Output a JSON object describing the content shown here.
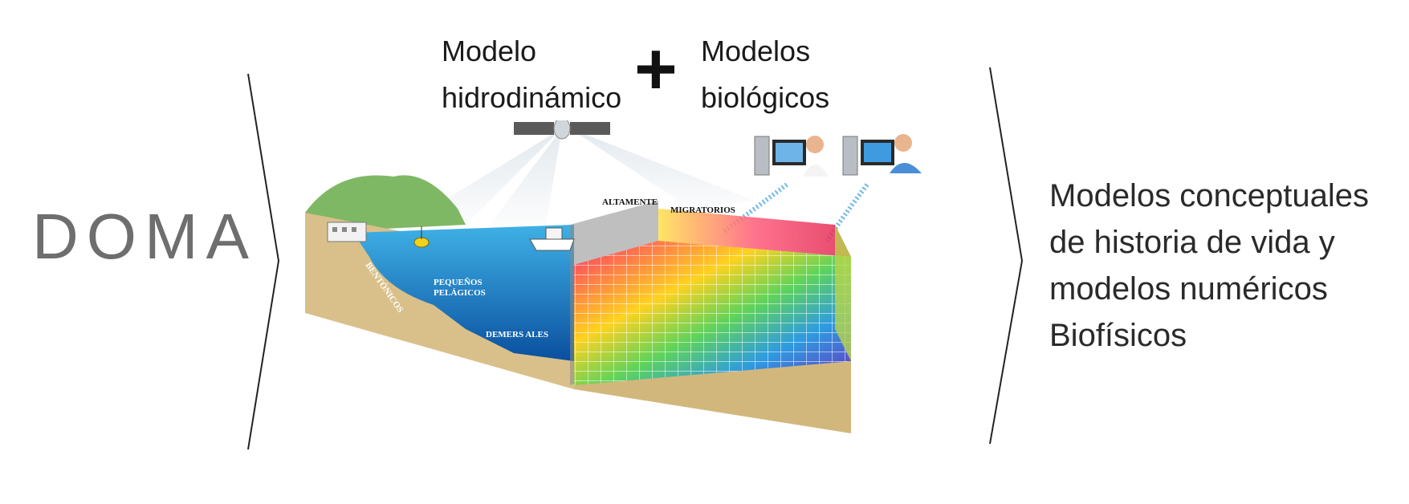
{
  "left_title": "DOMA",
  "header": {
    "hydro_line1": "Modelo",
    "hydro_line2": "hidrodinámico",
    "plus": "+",
    "bio_line1": "Modelos",
    "bio_line2": "biológicos"
  },
  "outcome": [
    "Modelos conceptuales",
    "de historia de vida y",
    "modelos numéricos",
    "Biofísicos"
  ],
  "scene_labels": {
    "altamente": "ALTAMENTE",
    "migratorios": "MIGRATORIOS",
    "bentonicos": "BENTÓNICOS",
    "pequenos": "PEQUEÑOS",
    "pelagicos": "PELÁGICOS",
    "demersales": "DEMERS ALES"
  },
  "colors": {
    "doma_text": "#6e6e6e",
    "ocean": "#1f7fc4",
    "sand": "#d9c08a",
    "land": "#7fb865"
  },
  "icons": [
    "satellite-icon",
    "building-icon",
    "buoy-icon",
    "ship-icon",
    "computer-icon",
    "person-icon"
  ]
}
